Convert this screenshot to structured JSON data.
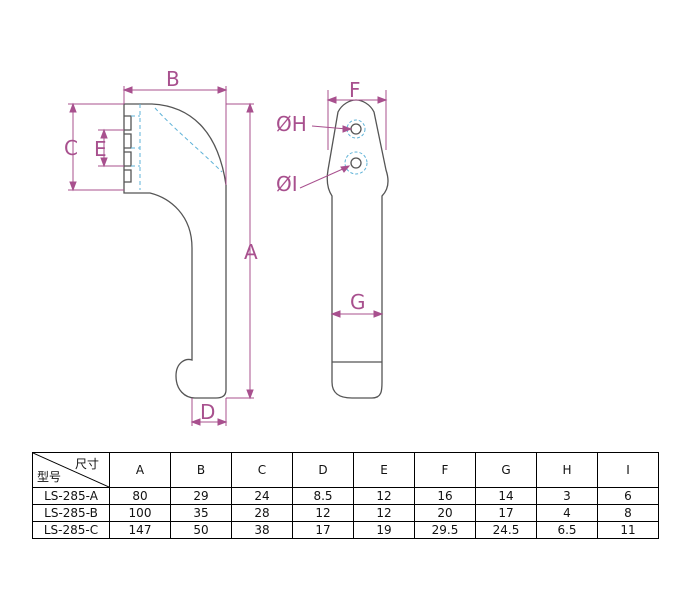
{
  "labels": {
    "A": "A",
    "B": "B",
    "C": "C",
    "D": "D",
    "E": "E",
    "F": "F",
    "G": "G",
    "H": "ØH",
    "I": "ØI"
  },
  "table": {
    "corner_top": "尺寸",
    "corner_bottom": "型号",
    "columns": [
      "A",
      "B",
      "C",
      "D",
      "E",
      "F",
      "G",
      "H",
      "I"
    ],
    "rows": [
      {
        "model": "LS-285-A",
        "values": [
          "80",
          "29",
          "24",
          "8.5",
          "12",
          "16",
          "14",
          "3",
          "6"
        ]
      },
      {
        "model": "LS-285-B",
        "values": [
          "100",
          "35",
          "28",
          "12",
          "12",
          "20",
          "17",
          "4",
          "8"
        ]
      },
      {
        "model": "LS-285-C",
        "values": [
          "147",
          "50",
          "38",
          "17",
          "19",
          "29.5",
          "24.5",
          "6.5",
          "11"
        ]
      }
    ]
  },
  "colors": {
    "dimension": "#a8508e",
    "outline": "#555555",
    "hidden": "#5fb3d8"
  }
}
